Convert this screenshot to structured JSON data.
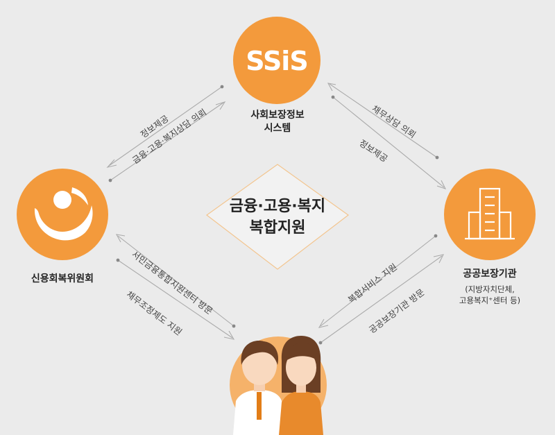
{
  "colors": {
    "background": "#ebebeb",
    "accent_orange": "#f39a3c",
    "accent_dark_orange": "#e27d17",
    "arrow_line": "#aaaaaa",
    "diamond_outline": "#f3c58f"
  },
  "icons": {
    "top": "ssis-logo-icon",
    "left": "abstract-person-logo-icon",
    "right": "office-building-icon",
    "bottom": "two-people-icon"
  },
  "nodes": {
    "top": {
      "logo_text": "SSiS",
      "label_line1": "사회보장정보",
      "label_line2": "시스템"
    },
    "left": {
      "label": "신용회복위원회"
    },
    "right": {
      "label": "공공보장기관",
      "sub_line1": "(지방자치단체,",
      "sub_line2": "고용복지⁺센터 등)"
    },
    "bottom": {}
  },
  "center": {
    "line1": "금융·고용·복지",
    "line2": "복합지원"
  },
  "edges": {
    "top_left_upper": "정보제공",
    "top_left_lower": "금융·고용·복지상담 의뢰",
    "top_right_upper": "채무상담 의뢰",
    "top_right_lower": "정보제공",
    "bottom_left_upper": "서민금융통합지원센터 방문",
    "bottom_left_lower": "채무조정제도 지원",
    "bottom_right_upper": "복합서비스 지원",
    "bottom_right_lower": "공공보장기관 방문"
  }
}
